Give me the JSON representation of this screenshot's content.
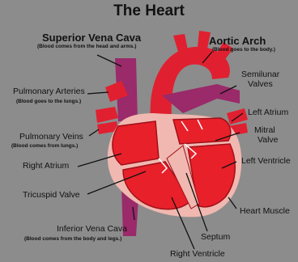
{
  "title": "The Heart",
  "labels": {
    "superior_vena_cava": "Superior Vena Cava",
    "superior_vena_cava_note": "(Blood comes from the head and arms.)",
    "aortic_arch": "Aortic Arch",
    "aortic_arch_note": "(Blood goes to the body.)",
    "pulmonary_arteries": "Pulmonary Arteries",
    "pulmonary_arteries_note": "(Blood goes to the lungs.)",
    "pulmonary_veins": "Pulmonary Veins",
    "pulmonary_veins_note": "(Blood comes from lungs.)",
    "semilunar_valves_1": "Semilunar",
    "semilunar_valves_2": "Valves",
    "left_atrium": "Left Atrium",
    "mitral_valve_1": "Mitral",
    "mitral_valve_2": "Valve",
    "left_ventricle": "Left Ventricle",
    "right_atrium": "Right Atrium",
    "tricuspid_valve": "Tricuspid Valve",
    "heart_muscle": "Heart Muscle",
    "inferior_vena_cava": "Inferior Vena Cava",
    "inferior_vena_cava_note": "(Blood comes from the body and legs.)",
    "septum": "Septum",
    "right_ventricle": "Right Ventricle"
  },
  "colors": {
    "background": "#8c8c8c",
    "vein_purple": "#9a2a6a",
    "artery_red": "#e02030",
    "muscle_pink": "#f0b8b0",
    "chamber_red": "#e8202a",
    "dark_red": "#a01018",
    "leader_line": "#111111"
  }
}
